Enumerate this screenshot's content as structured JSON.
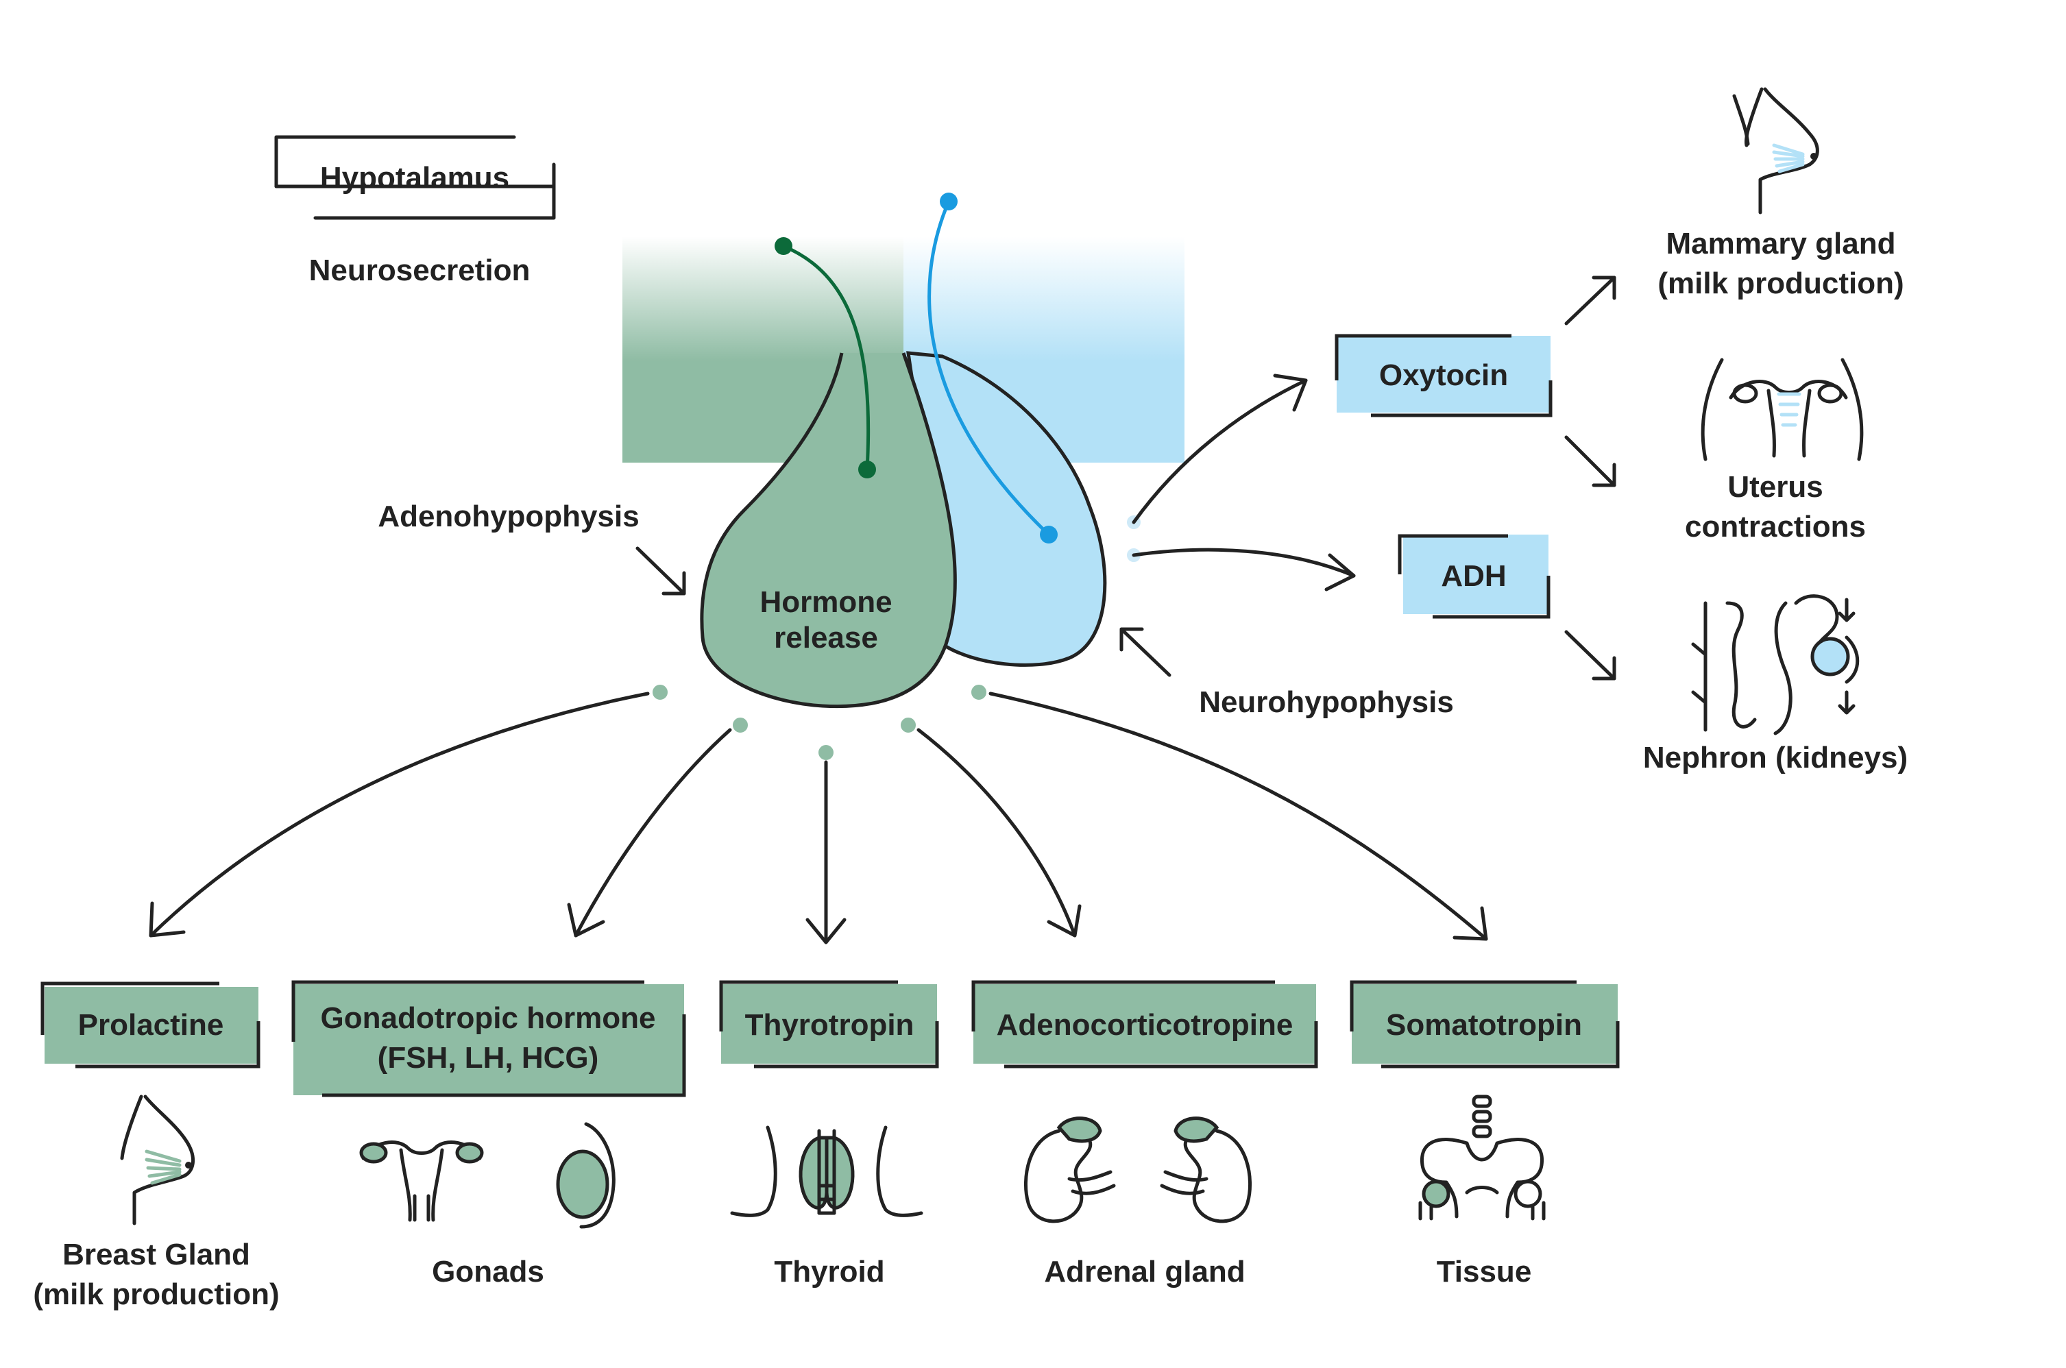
{
  "colors": {
    "green": "#8fbca4",
    "green_dark": "#0c6a3a",
    "blue": "#b3e1f7",
    "blue_dark": "#1a9be0",
    "outline": "#222222"
  },
  "hypothalamus": {
    "label": "Hypotalamus",
    "sublabel": "Neurosecretion"
  },
  "pituitary": {
    "center_label_line1": "Hormone",
    "center_label_line2": "release",
    "adeno_label": "Adenohypophysis",
    "neuro_label": "Neurohypophysis"
  },
  "posterior_hormones": [
    {
      "name": "Oxytocin",
      "targets": [
        {
          "line1": "Mammary gland",
          "line2": "(milk production)",
          "icon": "mammary-gland-icon"
        },
        {
          "line1": "Uterus",
          "line2": "contractions",
          "icon": "uterus-icon"
        }
      ]
    },
    {
      "name": "ADH",
      "targets": [
        {
          "line1": "Nephron (kidneys)",
          "line2": "",
          "icon": "nephron-icon"
        }
      ]
    }
  ],
  "anterior_hormones": [
    {
      "line1": "Prolactine",
      "line2": "",
      "target_line1": "Breast Gland",
      "target_line2": "(milk production)",
      "icon": "breast-icon"
    },
    {
      "line1": "Gonadotropic hormone",
      "line2": "(FSH, LH, HCG)",
      "target_line1": "Gonads",
      "target_line2": "",
      "icon": "gonads-icon"
    },
    {
      "line1": "Thyrotropin",
      "line2": "",
      "target_line1": "Thyroid",
      "target_line2": "",
      "icon": "thyroid-icon"
    },
    {
      "line1": "Adenocorticotropine",
      "line2": "",
      "target_line1": "Adrenal gland",
      "target_line2": "",
      "icon": "adrenal-gland-icon"
    },
    {
      "line1": "Somatotropin",
      "line2": "",
      "target_line1": "Tissue",
      "target_line2": "",
      "icon": "tissue-icon"
    }
  ]
}
